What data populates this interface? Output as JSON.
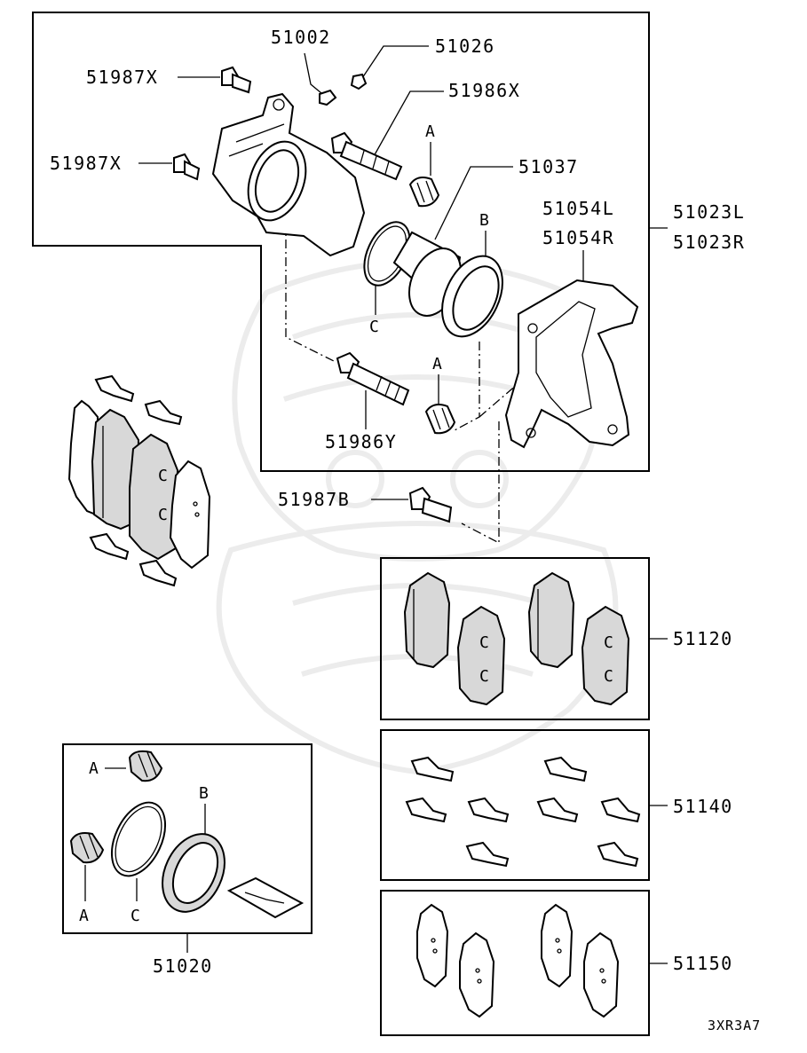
{
  "diagram_code": "3XR3A7",
  "callouts": {
    "p51002": "51002",
    "p51026": "51026",
    "p51987x_top": "51987X",
    "p51986x": "51986X",
    "p51987x_mid": "51987X",
    "p51037": "51037",
    "p51054l": "51054L",
    "p51054r": "51054R",
    "p51023l": "51023L",
    "p51023r": "51023R",
    "p51986y": "51986Y",
    "p51987b": "51987B",
    "p51120": "51120",
    "p51140": "51140",
    "p51150": "51150",
    "p51020": "51020"
  },
  "letters": {
    "a_top": "A",
    "b_top": "B",
    "c_top": "C",
    "a_mid": "A",
    "kit_a1": "A",
    "kit_a2": "A",
    "kit_b": "B",
    "kit_c": "C"
  },
  "icons": {
    "watermark": "samurai-helmet-watermark",
    "caliper": "caliper-body-icon",
    "piston": "piston-icon",
    "bracket": "caliper-bracket-icon",
    "pad": "brake-pad-icon",
    "clip": "pad-clip-icon",
    "boot": "dust-boot-icon",
    "bolt": "bolt-icon"
  }
}
